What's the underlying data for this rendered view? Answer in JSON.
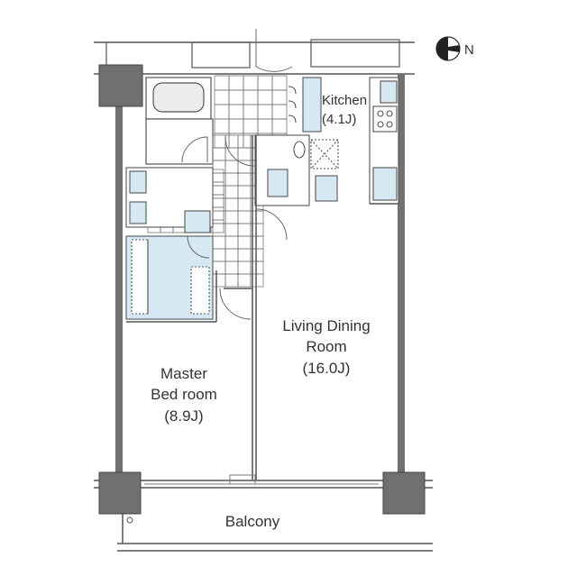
{
  "rooms": {
    "kitchen": {
      "name": "Kitchen",
      "size": "(4.1J)"
    },
    "living_dining": {
      "name_line1": "Living Dining",
      "name_line2": "Room",
      "size": "(16.0J)"
    },
    "master_bedroom": {
      "name_line1": "Master",
      "name_line2": "Bed room",
      "size": "(8.9J)"
    },
    "balcony": {
      "name": "Balcony"
    }
  },
  "compass": {
    "label": "N"
  },
  "colors": {
    "wall_dark": "#707070",
    "wall_line": "#555555",
    "fixture_fill": "#d6e9f2",
    "text": "#333333"
  }
}
